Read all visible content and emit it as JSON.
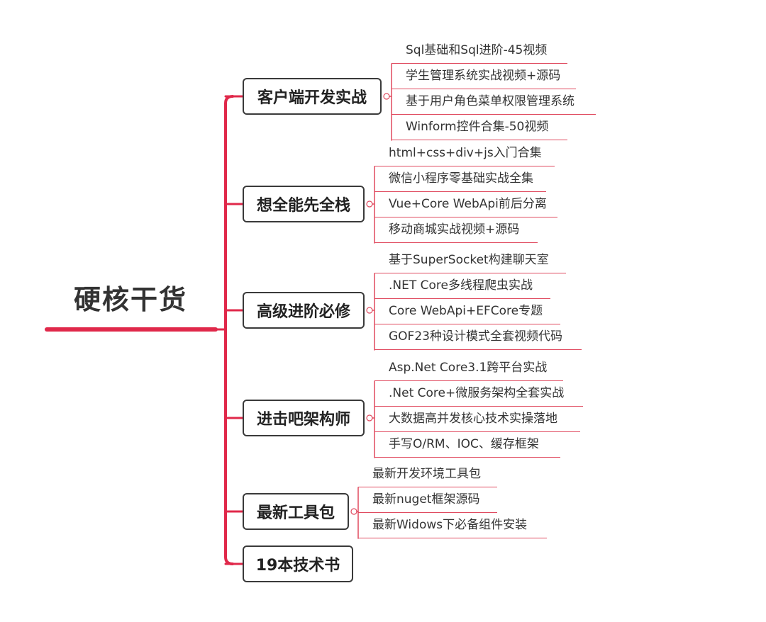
{
  "root": {
    "label": "硬核干货"
  },
  "accent_color": "#e0284a",
  "leaf_line_color": "#e04a5f",
  "branches": [
    {
      "label": "客户端开发实战",
      "children": [
        "Sql基础和Sql进阶-45视频",
        "学生管理系统实战视频+源码",
        "基于用户角色菜单权限管理系统",
        "Winform控件合集-50视频"
      ]
    },
    {
      "label": "想全能先全栈",
      "children": [
        "html+css+div+js入门合集",
        "微信小程序零基础实战全集",
        "Vue+Core WebApi前后分离",
        "移动商城实战视频+源码"
      ]
    },
    {
      "label": "高级进阶必修",
      "children": [
        "基于SuperSocket构建聊天室",
        ".NET Core多线程爬虫实战",
        "Core WebApi+EFCore专题",
        "GOF23种设计模式全套视频代码"
      ]
    },
    {
      "label": "进击吧架构师",
      "children": [
        "Asp.Net Core3.1跨平台实战",
        ".Net Core+微服务架构全套实战",
        "大数据高并发核心技术实操落地",
        "手写O/RM、IOC、缓存框架"
      ]
    },
    {
      "label": "最新工具包",
      "children": [
        "最新开发环境工具包",
        "最新nuget框架源码",
        "最新Widows下必备组件安装"
      ]
    },
    {
      "label": "19本技术书",
      "children": []
    }
  ]
}
